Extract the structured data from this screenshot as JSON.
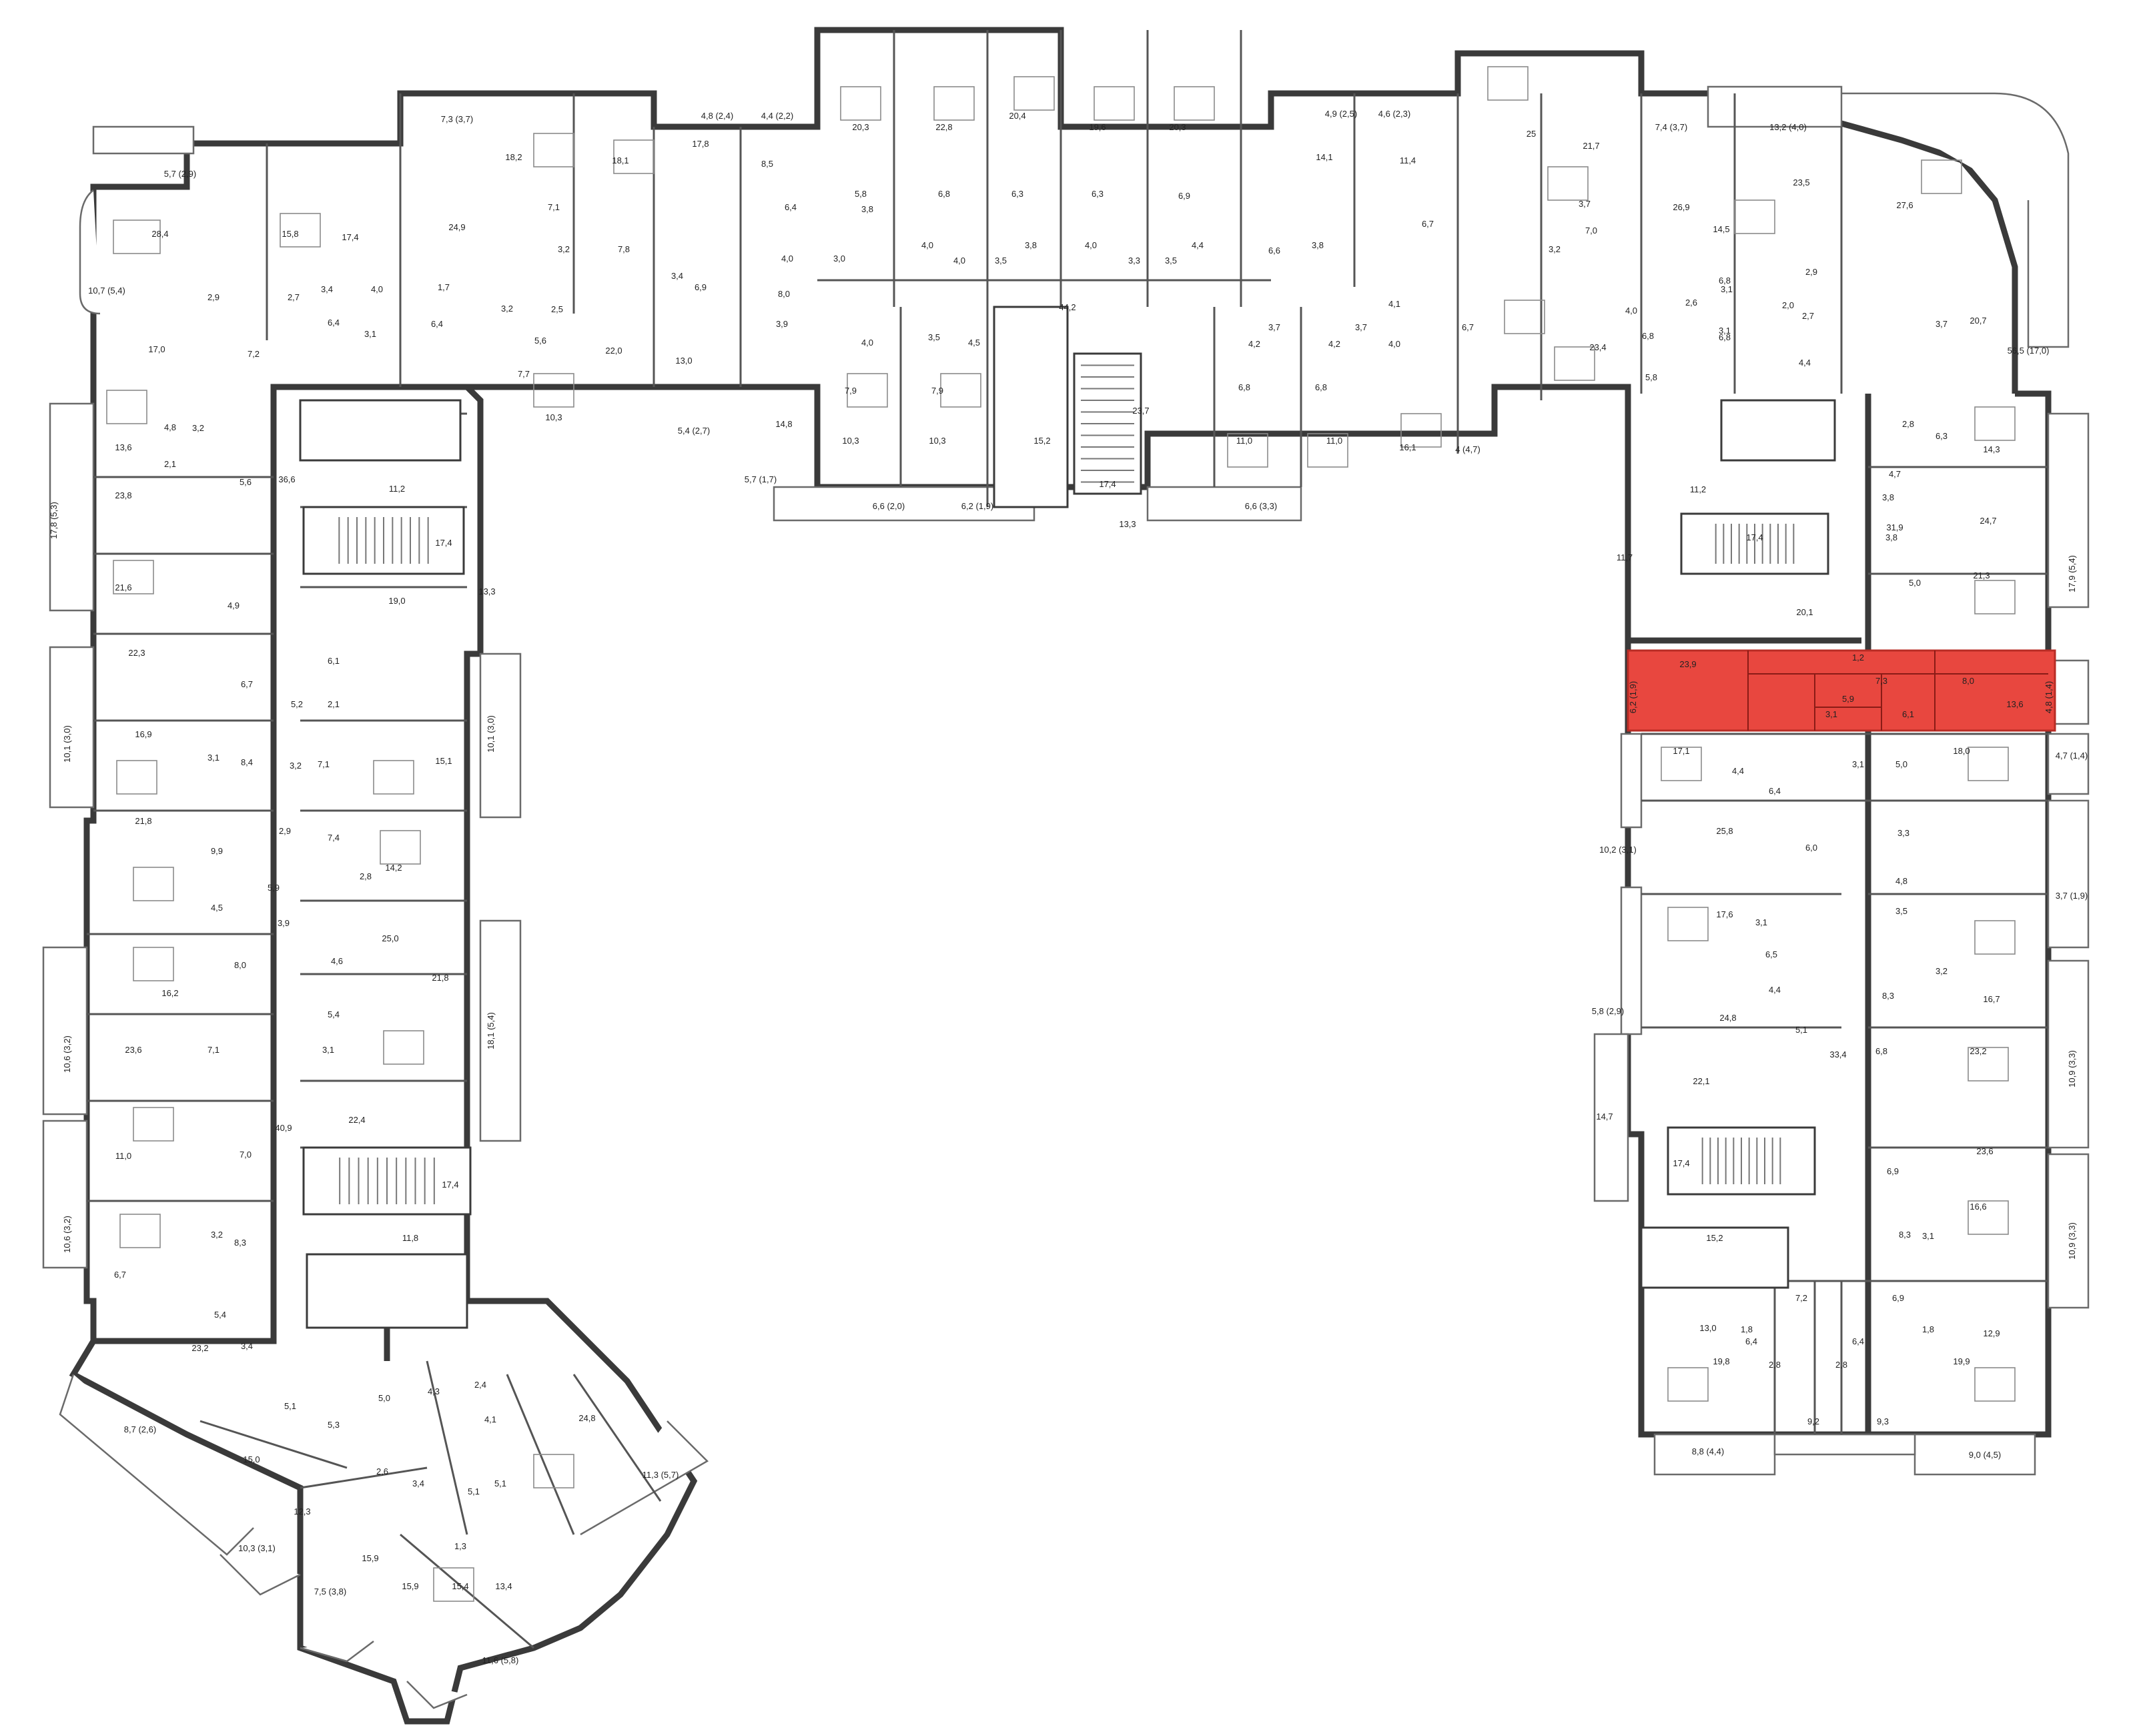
{
  "highlight_color": "#e8473f",
  "highlight_unit": {
    "rooms": [
      "23,9",
      "1,2",
      "7,3",
      "8,0",
      "13,6",
      "5,9",
      "3,1",
      "6,1"
    ],
    "balconies": [
      "6,2 (1,9)",
      "4,8 (1,4)"
    ]
  },
  "areas": {
    "top_left_wing": [
      "5,7 (2,9)",
      "28,4",
      "15,8",
      "17,4",
      "2,9",
      "2,7",
      "3,4",
      "4,0",
      "6,4",
      "3,1",
      "17,0",
      "7,2",
      "10,7 (5,4)",
      "7,3 (3,7)",
      "18,2",
      "18,1",
      "24,9",
      "7,1",
      "3,2",
      "7,8",
      "1,7",
      "2,5",
      "6,4",
      "3,2",
      "5,6",
      "7,7",
      "10,3",
      "22,0",
      "4,8 (2,4)",
      "17,8",
      "3,4",
      "6,9",
      "13,0",
      "5,4 (2,7)",
      "4,4 (2,2)",
      "8,5",
      "6,4",
      "4,0",
      "8,0",
      "3,9",
      "14,8",
      "5,7 (1,7)"
    ],
    "top_middle": [
      "20,3",
      "22,8",
      "20,4",
      "19,6",
      "20,3",
      "5,8",
      "6,8",
      "6,3",
      "6,3",
      "6,9",
      "3,8",
      "4,0",
      "3,8",
      "4,0",
      "4,4",
      "3,0",
      "4,0",
      "3,5",
      "3,3",
      "3,5",
      "44,2",
      "4,0",
      "3,5",
      "4,5",
      "7,9",
      "7,9",
      "10,3",
      "10,3",
      "15,2",
      "23,7",
      "17,4",
      "13,3",
      "6,6 (2,0)",
      "6,2 (1,9)",
      "3,7",
      "4,2",
      "4,2",
      "3,7",
      "6,8",
      "6,8",
      "11,0",
      "11,0",
      "6,6 (3,3)",
      "4,9 (2,5)",
      "4,6 (2,3)",
      "14,1",
      "6,6",
      "3,8",
      "11,4",
      "6,7",
      "4,1",
      "4,0",
      "6,7",
      "16,1",
      "4 (4,7)"
    ],
    "top_right_wing": [
      "25",
      "21,7",
      "3,7",
      "3,2",
      "7,0",
      "26,9",
      "7,4 (3,7)",
      "13,2 (4,0)",
      "14,5",
      "23,5",
      "27,6",
      "6,8",
      "2,0",
      "2,9",
      "3,1",
      "2,7",
      "20,7",
      "4,0",
      "2,6",
      "6,8",
      "6,8",
      "3,1",
      "23,4",
      "5,8",
      "4,4",
      "56,5 (17,0)",
      "3,7"
    ],
    "left_wing": [
      "13,6",
      "4,8",
      "3,2",
      "2,1",
      "5,6",
      "36,6",
      "11,2",
      "23,8",
      "17,4",
      "13,3",
      "17,8 (5,3)",
      "21,6",
      "4,9",
      "19,0",
      "22,3",
      "6,1",
      "6,7",
      "5,2",
      "2,1",
      "16,9",
      "3,1",
      "8,4",
      "3,2",
      "7,1",
      "15,1",
      "10,1 (3,0)",
      "10,1 (3,0)",
      "21,8",
      "9,9",
      "2,9",
      "7,4",
      "14,2",
      "5,9",
      "2,8",
      "4,5",
      "3,9",
      "25,0",
      "16,2",
      "8,0",
      "4,6",
      "23,6",
      "7,1",
      "5,4",
      "3,1",
      "21,8",
      "10,6 (3,2)",
      "18,1 (5,4)",
      "40,9",
      "22,4",
      "11,0",
      "7,0",
      "17,4",
      "3,2",
      "8,3",
      "11,8",
      "10,6 (3,2)",
      "6,7",
      "5,4",
      "23,2",
      "3,4"
    ],
    "bottom_left_tower": [
      "8,7 (2,6)",
      "5,1",
      "5,3",
      "5,0",
      "4,3",
      "2,4",
      "4,1",
      "24,8",
      "15,0",
      "2,6",
      "3,4",
      "5,1",
      "12,3",
      "1,3",
      "5,1",
      "15,9",
      "11,3 (5,7)",
      "10,3 (3,1)",
      "15,9",
      "15,4",
      "13,4",
      "7,5 (3,8)",
      "11,6 (5,8)"
    ],
    "right_wing": [
      "2,8",
      "6,3",
      "14,3",
      "11,2",
      "4,7",
      "17,4",
      "24,7",
      "3,8",
      "11,7",
      "31,9",
      "3,8",
      "20,1",
      "5,0",
      "21,3",
      "17,9 (5,4)",
      "17,1",
      "4,4",
      "6,4",
      "3,1",
      "5,0",
      "18,0",
      "4,7 (1,4)",
      "25,8",
      "6,0",
      "3,3",
      "10,2 (3,1)",
      "3,7 (1,9)",
      "17,6",
      "3,1",
      "6,5",
      "3,5",
      "4,8",
      "3,2",
      "4,4",
      "8,3",
      "16,7",
      "24,8",
      "5,1",
      "33,4",
      "6,8",
      "23,2",
      "5,8 (2,9)",
      "22,1",
      "10,9 (3,3)",
      "14,7",
      "17,4",
      "23,6",
      "6,9",
      "16,6",
      "8,3",
      "3,1",
      "15,2",
      "10,9 (3,3)",
      "13,0",
      "7,2",
      "6,9",
      "1,8",
      "1,8",
      "12,9",
      "6,4",
      "6,4",
      "19,8",
      "2,8",
      "2,8",
      "19,9",
      "9,2",
      "9,3",
      "8,8 (4,4)",
      "9,0 (4,5)"
    ]
  }
}
